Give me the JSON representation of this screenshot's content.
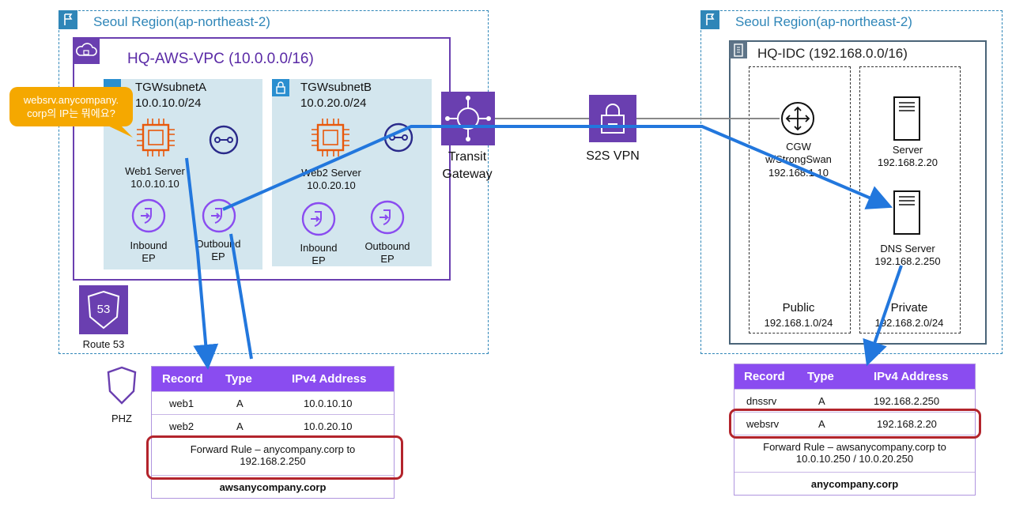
{
  "left_region": {
    "title": "Seoul Region(ap-northeast-2)"
  },
  "right_region": {
    "title": "Seoul Region(ap-northeast-2)"
  },
  "vpc": {
    "title": "HQ-AWS-VPC (10.0.0.0/16)"
  },
  "subnet_a": {
    "name": "TGWsubnetA",
    "cidr": "10.0.10.0/24",
    "server_name": "Web1 Server",
    "server_ip": "10.0.10.10",
    "inbound": [
      "Inbound",
      "EP"
    ],
    "outbound": [
      "Outbound",
      "EP"
    ]
  },
  "subnet_b": {
    "name": "TGWsubnetB",
    "cidr": "10.0.20.0/24",
    "server_name": "Web2 Server",
    "server_ip": "10.0.20.10",
    "inbound": [
      "Inbound",
      "EP"
    ],
    "outbound": [
      "Outbound",
      "EP"
    ]
  },
  "bubble": {
    "line1": "websrv.anycompany.",
    "line2": "corp의 IP는 뭐에요?"
  },
  "tgw": {
    "line1": "Transit",
    "line2": "Gateway"
  },
  "vpn": {
    "label": "S2S VPN"
  },
  "route53": {
    "label": "Route 53",
    "badge": "53"
  },
  "phz": {
    "label": "PHZ"
  },
  "idc": {
    "title": "HQ-IDC (192.168.0.0/16)"
  },
  "cgw": {
    "line1": "CGW",
    "line2": "w/StrongSwan",
    "line3": "192.168.1.10"
  },
  "server": {
    "line1": "Server",
    "line2": "192.168.2.20"
  },
  "dns_server": {
    "line1": "DNS Server",
    "line2": "192.168.2.250"
  },
  "public_zone": {
    "line1": "Public",
    "line2": "192.168.1.0/24"
  },
  "private_zone": {
    "line1": "Private",
    "line2": "192.168.2.0/24"
  },
  "left_table": {
    "headers": [
      "Record",
      "Type",
      "IPv4 Address"
    ],
    "rows": [
      [
        "web1",
        "A",
        "10.0.10.10"
      ],
      [
        "web2",
        "A",
        "10.0.20.10"
      ]
    ],
    "rule_line1": "Forward Rule – anycompany.corp to",
    "rule_line2": "192.168.2.250",
    "footer": "awsanycompany.corp"
  },
  "right_table": {
    "headers": [
      "Record",
      "Type",
      "IPv4 Address"
    ],
    "rows": [
      [
        "dnssrv",
        "A",
        "192.168.2.250"
      ],
      [
        "websrv",
        "A",
        "192.168.2.20"
      ]
    ],
    "rule_line1": "Forward Rule – awsanycompany.corp to",
    "rule_line2": "10.0.10.250 / 10.0.20.250",
    "footer": "anycompany.corp"
  },
  "colors": {
    "region": "#2f86b8",
    "vpc": "#6a3fb0",
    "subnet": "#d3e6ee",
    "compute": "#e8590c",
    "endpoint": "#8a4cf0",
    "flow": "#2277dd",
    "highlight": "#b3242c",
    "bubble": "#f5a800"
  }
}
